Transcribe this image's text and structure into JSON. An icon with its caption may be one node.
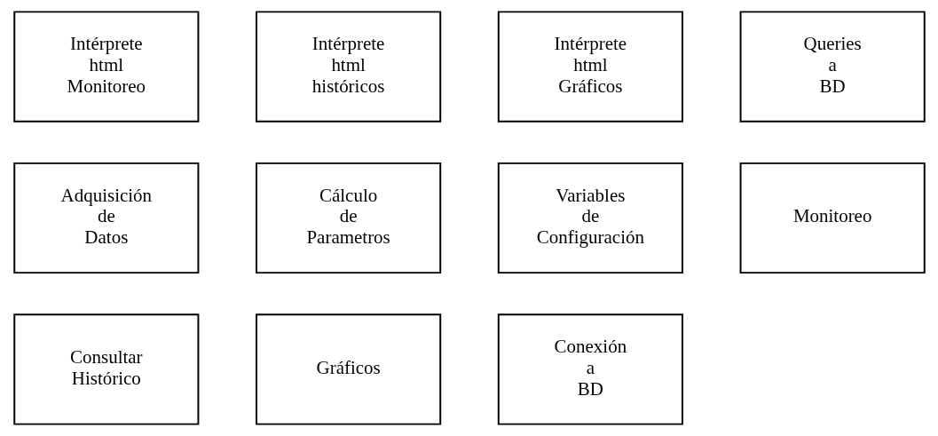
{
  "diagram": {
    "nodes": [
      {
        "text": [
          "Intérprete html Monitoreo"
        ]
      },
      {
        "text": [
          "Intérprete html históricos"
        ]
      },
      {
        "text": [
          "Intérprete html Gráficos"
        ]
      },
      {
        "text": [
          "Queries a BD"
        ]
      },
      {
        "text": [
          "Adquisición de Datos"
        ]
      },
      {
        "text": [
          "Cálculo de Parametros"
        ]
      },
      {
        "text": [
          "Variables de Configuración"
        ]
      },
      {
        "text": [
          "Monitoreo"
        ]
      },
      {
        "text": [
          "Consultar Histórico"
        ]
      },
      {
        "text": [
          "Gráficos"
        ]
      },
      {
        "text": [
          "Conexión a BD"
        ]
      }
    ],
    "edges": []
  }
}
